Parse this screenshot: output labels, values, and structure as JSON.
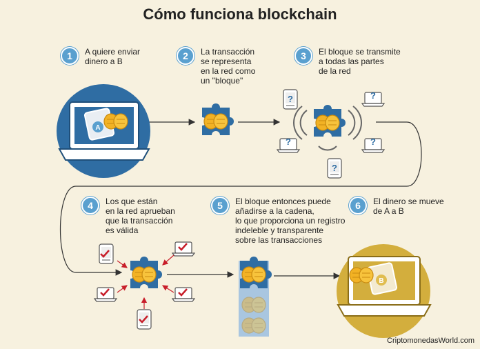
{
  "title": "Cómo funciona blockchain",
  "steps": [
    {
      "num": "1",
      "text": "A quiere enviar\ndinero a B"
    },
    {
      "num": "2",
      "text": "La transacción\nse representa\nen la red como\nun \"bloque\""
    },
    {
      "num": "3",
      "text": "El bloque se transmite\na todas las partes\nde la red"
    },
    {
      "num": "4",
      "text": "Los que están\nen la red aprueban\nque la transacción\nes válida"
    },
    {
      "num": "5",
      "text": "El bloque entonces puede\nañadirse a la cadena,\nlo que proporciona un registro\nindeleble y transparente\nsobre las transacciones"
    },
    {
      "num": "6",
      "text": "El dinero se mueve\nde A a B"
    }
  ],
  "labels": {
    "wallet_a": "A",
    "wallet_b": "B",
    "question_mark": "?"
  },
  "credit": "CriptomonedasWorld.com",
  "colors": {
    "background": "#f7f1df",
    "accent_blue": "#5aa0cf",
    "laptop_blue": "#2f6da3",
    "laptop_gold": "#d3ae3d",
    "coin": "#f2b224",
    "check_red": "#c81e2a"
  }
}
